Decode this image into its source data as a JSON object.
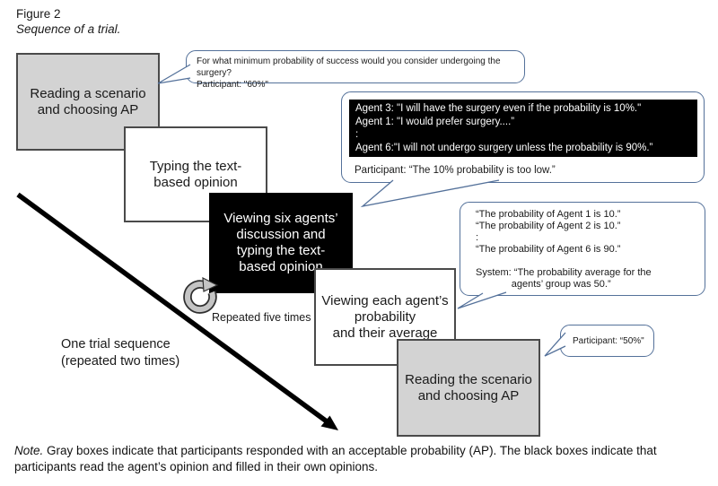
{
  "figure": {
    "label": "Figure 2",
    "caption": "Sequence of a trial."
  },
  "boxes": [
    {
      "style": "gray",
      "text": "Reading a scenario\nand choosing AP"
    },
    {
      "style": "white",
      "text": "Typing the text-\nbased opinion"
    },
    {
      "style": "black",
      "text": "Viewing six agents’\ndiscussion and\ntyping the text-\nbased opinion"
    },
    {
      "style": "white",
      "text": "Viewing each agent’s\nprobability\nand their average"
    },
    {
      "style": "gray",
      "text": "Reading the scenario\nand choosing AP"
    }
  ],
  "bubbles": {
    "b1": "For what minimum probability of success would you consider undergoing the surgery?\nParticipant: \"60%\"",
    "b2_agents": "Agent 3: \"I will have the surgery even if the probability is 10%.\"\nAgent 1: \"I would prefer surgery....”\n:\nAgent 6:\"I will not undergo surgery unless the probability is 90%.”",
    "b2_participant": "Participant: “The 10% probability is too low.”",
    "b3": "“The probability of Agent 1 is 10.”\n“The probability of Agent 2 is 10.”\n:\n“The probability of Agent 6 is 90.”\n\nSystem: “The probability average for the\n             agents’ group was 50.”",
    "b4": "Participant: “50%\""
  },
  "annotations": {
    "repeat": "Repeated five times",
    "trial": "One trial sequence\n(repeated two times)"
  },
  "note": {
    "lead": "Note.",
    "body": " Gray boxes indicate that participants responded with an acceptable probability (AP). The black boxes indicate that participants read the agent’s opinion and filled in their own opinions."
  },
  "colors": {
    "bubble_border": "#54719a",
    "box_border": "#4a4a4a",
    "gray_fill": "#d3d3d3",
    "black_fill": "#000000",
    "arrow": "#000000",
    "repeat_icon_fill": "#c4c4c4"
  }
}
